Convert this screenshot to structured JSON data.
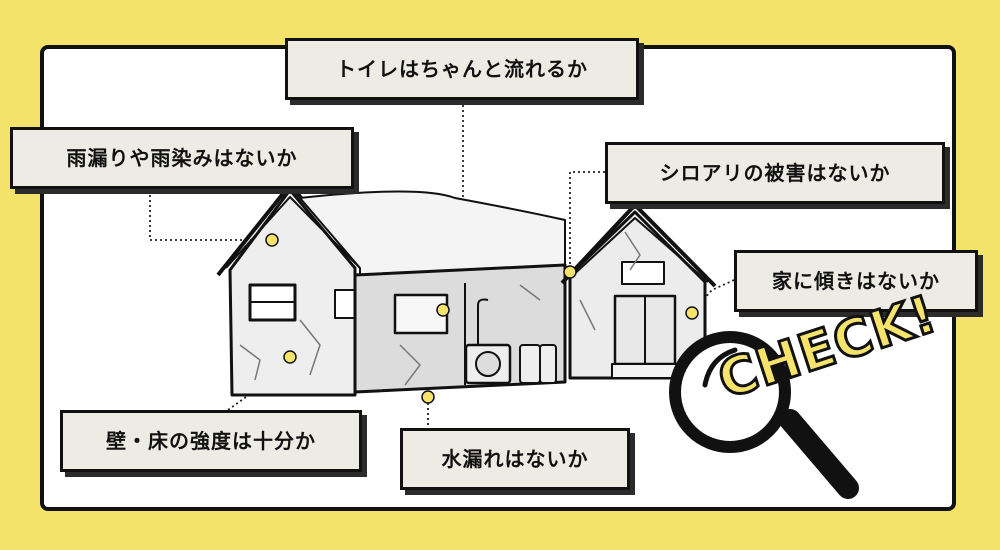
{
  "labels": {
    "toilet": "トイレはちゃんと流れるか",
    "rain_leak": "雨漏りや雨染みはないか",
    "termite": "シロアリの被害はないか",
    "tilt": "家に傾きはないか",
    "wall_floor": "壁・床の強度は十分か",
    "water_leak": "水漏れはないか"
  },
  "check_text": "CHECK!",
  "colors": {
    "background": "#f3e36a",
    "marker": "#f5e36b",
    "label_bg": "#ecebe4",
    "frame": "#111111"
  }
}
